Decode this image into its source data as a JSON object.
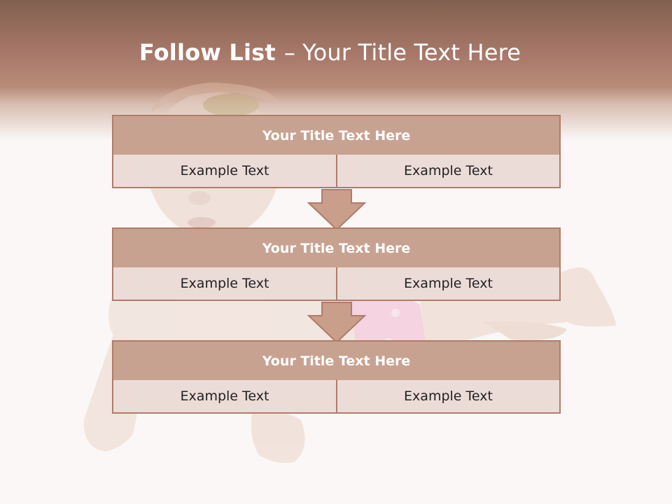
{
  "slide": {
    "title_bold": "Follow List",
    "title_separator": "–",
    "title_rest": "Your Title Text Here"
  },
  "blocks": [
    {
      "title": "Your Title Text Here",
      "left": "Example Text",
      "right": "Example Text"
    },
    {
      "title": "Your Title Text Here",
      "left": "Example Text",
      "right": "Example Text"
    },
    {
      "title": "Your Title Text Here",
      "left": "Example Text",
      "right": "Example Text"
    }
  ],
  "colors": {
    "header_top": "#82604f",
    "header_bottom": "#b88b78",
    "box_fill": "#c8a291",
    "box_border": "#b07c68",
    "cell_fill": "#ecdcd8",
    "arrow_fill": "#c99e8a"
  },
  "icons": {
    "arrow": "down-arrow-icon"
  }
}
